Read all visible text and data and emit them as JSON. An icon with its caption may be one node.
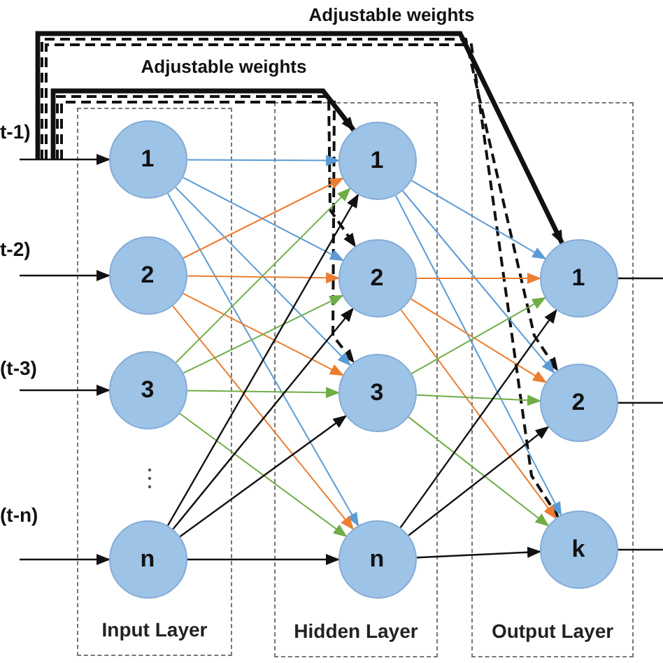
{
  "diagram": {
    "nodes": [
      {
        "text": [
          "Input Layer"
        ]
      },
      {
        "text": [
          "1"
        ],
        "in": 0
      },
      {
        "text": [
          "2"
        ],
        "in": 0
      },
      {
        "text": [
          "3"
        ],
        "in": 0
      },
      {
        "text": [
          "n"
        ],
        "in": 0
      },
      {
        "text": [
          "Hidden Layer"
        ]
      },
      {
        "text": [
          "1"
        ],
        "in": 5
      },
      {
        "text": [
          "2"
        ],
        "in": 5
      },
      {
        "text": [
          "3"
        ],
        "in": 5
      },
      {
        "text": [
          "n"
        ],
        "in": 5
      },
      {
        "text": [
          "Output Layer"
        ]
      },
      {
        "text": [
          "1"
        ],
        "in": 10
      },
      {
        "text": [
          "2"
        ],
        "in": 10
      },
      {
        "text": [
          "k"
        ],
        "in": 10
      },
      {
        "text": [
          "t-1)"
        ]
      },
      {
        "text": [
          "t-2)"
        ]
      },
      {
        "text": [
          "(t-3)"
        ]
      },
      {
        "text": [
          "(t-n)"
        ]
      }
    ],
    "edges": [
      {
        "from": 14,
        "to": 1,
        "arrow": "to"
      },
      {
        "from": 15,
        "to": 2,
        "arrow": "to"
      },
      {
        "from": 16,
        "to": 3,
        "arrow": "to"
      },
      {
        "from": 17,
        "to": 4,
        "arrow": "to"
      },
      {
        "from": 1,
        "to": 6,
        "arrow": "to",
        "color": "#5b9bd5"
      },
      {
        "from": 1,
        "to": 7,
        "arrow": "to",
        "color": "#5b9bd5"
      },
      {
        "from": 1,
        "to": 8,
        "arrow": "to",
        "color": "#5b9bd5"
      },
      {
        "from": 1,
        "to": 9,
        "arrow": "to",
        "color": "#5b9bd5"
      },
      {
        "from": 2,
        "to": 6,
        "arrow": "to",
        "color": "#ed7d31"
      },
      {
        "from": 2,
        "to": 7,
        "arrow": "to",
        "color": "#ed7d31"
      },
      {
        "from": 2,
        "to": 8,
        "arrow": "to",
        "color": "#ed7d31"
      },
      {
        "from": 2,
        "to": 9,
        "arrow": "to",
        "color": "#ed7d31"
      },
      {
        "from": 3,
        "to": 6,
        "arrow": "to",
        "color": "#70ad47"
      },
      {
        "from": 3,
        "to": 7,
        "arrow": "to",
        "color": "#70ad47"
      },
      {
        "from": 3,
        "to": 8,
        "arrow": "to",
        "color": "#70ad47"
      },
      {
        "from": 3,
        "to": 9,
        "arrow": "to",
        "color": "#70ad47"
      },
      {
        "from": 4,
        "to": 6,
        "arrow": "to"
      },
      {
        "from": 4,
        "to": 7,
        "arrow": "to"
      },
      {
        "from": 4,
        "to": 8,
        "arrow": "to"
      },
      {
        "from": 4,
        "to": 9,
        "arrow": "to"
      },
      {
        "from": 6,
        "to": 11,
        "arrow": "to",
        "color": "#5b9bd5"
      },
      {
        "from": 6,
        "to": 12,
        "arrow": "to",
        "color": "#5b9bd5"
      },
      {
        "from": 6,
        "to": 13,
        "arrow": "to",
        "color": "#5b9bd5"
      },
      {
        "from": 7,
        "to": 11,
        "arrow": "to",
        "color": "#ed7d31"
      },
      {
        "from": 7,
        "to": 12,
        "arrow": "to",
        "color": "#ed7d31"
      },
      {
        "from": 7,
        "to": 13,
        "arrow": "to",
        "color": "#ed7d31"
      },
      {
        "from": 8,
        "to": 11,
        "arrow": "to",
        "color": "#70ad47"
      },
      {
        "from": 8,
        "to": 12,
        "arrow": "to",
        "color": "#70ad47"
      },
      {
        "from": 8,
        "to": 13,
        "arrow": "to",
        "color": "#70ad47"
      },
      {
        "from": 9,
        "to": 11,
        "arrow": "to"
      },
      {
        "from": 9,
        "to": 12,
        "arrow": "to"
      },
      {
        "from": 9,
        "to": 13,
        "arrow": "to"
      },
      {
        "from": 11,
        "to": null,
        "arrow": "none"
      },
      {
        "from": 12,
        "to": null,
        "arrow": "none"
      },
      {
        "from": 13,
        "to": null,
        "arrow": "none"
      },
      {
        "from": 14,
        "to": 6,
        "arrow": "to",
        "label": "Adjustable weights",
        "style": "thick"
      },
      {
        "from": 14,
        "to": 7,
        "arrow": "to",
        "style": "dashed"
      },
      {
        "from": 14,
        "to": 8,
        "arrow": "to",
        "style": "dashed"
      },
      {
        "from": 14,
        "to": 11,
        "arrow": "to",
        "label": "Adjustable weights",
        "style": "thick"
      },
      {
        "from": 14,
        "to": 12,
        "arrow": "to",
        "style": "dashed"
      },
      {
        "from": 14,
        "to": 13,
        "arrow": "to",
        "style": "dashed"
      }
    ]
  }
}
